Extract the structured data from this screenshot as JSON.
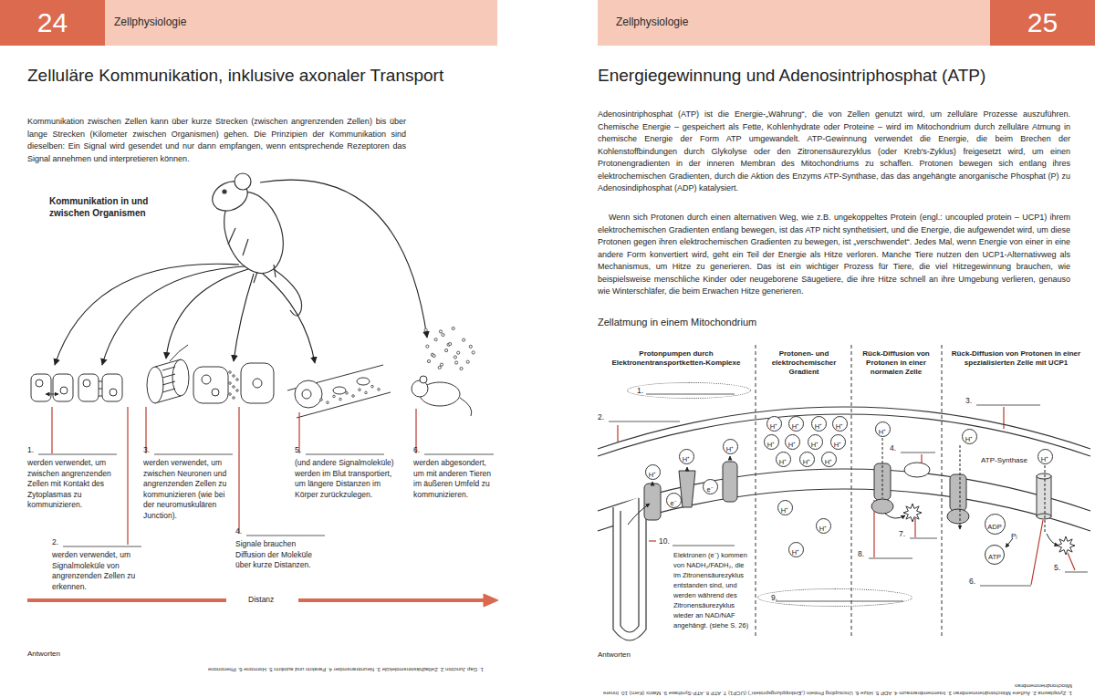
{
  "diagram": {
    "title": "Zelluläre Kommunikation, inklusive axonaler Transport",
    "nodes": [
      {
        "text": [
          "Zellphysiologie"
        ]
      },
      {
        "text": [
          "24"
        ],
        "in": 0
      },
      {
        "text": [
          "Zellphysiologie"
        ]
      },
      {
        "text": [
          "25"
        ],
        "in": 2
      },
      {
        "text": [
          "1."
        ]
      },
      {
        "text": [
          "H⁺"
        ]
      },
      {
        "text": [
          "H⁺"
        ]
      },
      {
        "text": [
          "H⁺"
        ]
      },
      {
        "text": [
          "e⁻"
        ]
      },
      {
        "text": [
          "e⁻"
        ]
      },
      {
        "text": [
          "H⁺"
        ]
      },
      {
        "text": [
          "H⁺"
        ]
      },
      {
        "text": [
          "H⁺"
        ]
      },
      {
        "text": [
          "H⁺"
        ]
      },
      {
        "text": [
          "H⁺"
        ]
      },
      {
        "text": [
          "H⁺"
        ]
      },
      {
        "text": [
          "H⁺"
        ]
      },
      {
        "text": [
          "H⁺"
        ]
      },
      {
        "text": [
          "H⁺"
        ]
      },
      {
        "text": [
          "H⁺"
        ]
      },
      {
        "text": [
          "H⁺"
        ]
      },
      {
        "text": [
          "H⁺"
        ]
      },
      {
        "text": [
          "H⁺"
        ]
      },
      {
        "text": [
          "H⁺"
        ]
      },
      {
        "text": [
          "H⁺"
        ]
      },
      {
        "text": [
          "H⁺"
        ]
      },
      {
        "text": [
          "H⁺"
        ]
      },
      {
        "text": [
          "ADP"
        ]
      },
      {
        "text": [
          "ATP"
        ]
      },
      {
        "text": [
          "9."
        ]
      }
    ],
    "labels": [
      "Energiegewinnung und Adenosintriphosphat (ATP)",
      "Kommunikation zwischen Zellen kann über kurze Strecken (zwischen angrenzenden Zellen) bis über lange Strecken (Kilometer zwischen Organismen) gehen. Die Prinzipien der Kommunikation sind dieselben: Ein Signal wird gesendet und nur dann empfangen, wenn entsprechende Rezeptoren das Signal annehmen und interpretieren können.",
      "Kommunikation in und zwischen Organismen",
      "1.",
      "werden verwendet, um zwischen angrenzenden Zellen mit Kontakt des Zytoplasmas zu kommunizieren.",
      "2.",
      "werden verwendet, um Signalmoleküle von angrenzenden Zellen zu erkennen.",
      "3.",
      "werden verwendet, um zwischen Neuronen und angrenzenden Zellen zu kommunizieren (wie bei der neuromuskulären Junction).",
      "4.",
      "Signale brauchen Diffusion der Moleküle über kurze Distanzen.",
      "5.",
      "(und andere Signalmoleküle) werden im Blut transportiert, um längere Distanzen im Körper zurückzulegen.",
      "6.",
      "werden abgesondert, um mit anderen Tieren im äußeren Umfeld zu kommunizieren.",
      "Distanz",
      "Antworten",
      "1. Gap Junction 2. Zelladhäsionsmoleküle 3. Neurotransmitter 4. Parakrin und autokrin 5. Hormone 6. Pheromone",
      "Adenosintriphosphat (ATP) ist die Energie-„Währung“, die von Zellen genutzt wird, um zelluläre Prozesse auszuführen. Chemische Energie – gespeichert als Fette, Kohlenhydrate oder Proteine – wird im Mitochondrium durch zelluläre Atmung in chemische Energie der Form ATP umgewandelt. ATP-Gewinnung verwendet die Energie, die beim Brechen der Kohlenstoffbindungen durch Glykolyse oder den Zitronensäurezyklus (oder Kreb's-Zyklus) freigesetzt wird, um einen Protonengradienten in der inneren Membran des Mitochondriums zu schaffen. Protonen bewegen sich entlang ihres elektrochemischen Gradienten, durch die Aktion des Enzyms ATP-Synthase, das das angehängte anorganische Phosphat (P) zu Adenosindiphosphat (ADP) katalysiert.",
      "Wenn sich Protonen durch einen alternativen Weg, wie z.B. ungekoppeltes Protein (engl.: uncoupled protein – UCP1) ihrem elektrochemischen Gradienten entlang bewegen, ist das ATP nicht synthetisiert, und die Energie, die aufgewendet wird, um diese Protonen gegen ihren elektrochemischen Gradienten zu bewegen, ist „verschwendet“. Jedes Mal, wenn Energie von einer in eine andere Form konvertiert wird, geht ein Teil der Energie als Hitze verloren. Manche Tiere nutzen den UCP1-Alternativweg als Mechanismus, um Hitze zu generieren. Das ist ein wichtiger Prozess für Tiere, die viel Hitzegewinnung brauchen, wie beispielsweise menschliche Kinder oder neugeborene Säugetiere, die ihre Hitze schnell an ihre Umgebung verlieren, genauso wie Winterschläfer, die beim Erwachen Hitze generieren.",
      "Zellatmung in einem Mitochondrium",
      "Protonpumpen durch Elektronentransportketten-Komplexe",
      "Protonen- und elektrochemischer Gradient",
      "Rück-Diffusion von Protonen in einer normalen Zelle",
      "Rück-Diffusion von Protonen in einer spezialisierten Zelle mit UCP1",
      "2.",
      "3.",
      "4.",
      "5.",
      "6.",
      "7.",
      "8.",
      "10.",
      "Elektronen (e⁻) kommen von NADH₂/FADH₂, die im Zitronensäurezyklus entstanden sind, und werden während des Zitronensäurezyklus wieder an NAD/NAF angehängt. (siehe S. 26)",
      "ATP-Synthase",
      "Pᵢ",
      "Antworten",
      "1. Zytoplasma 2. Äußere Mitochondrienmembran 3. Intermembranraum 4. ADP 5. Hitze 6. Uncoupling Protein („Entkopplungsprotein“) (UCP1) 7. ATP 8. ATP-Synthase 9. Matrix (Kern) 10. Innere Mitochondrienmembran"
    ]
  }
}
